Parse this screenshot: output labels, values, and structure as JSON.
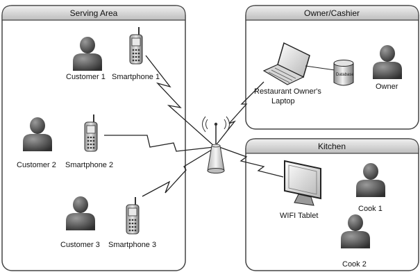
{
  "areas": {
    "serving": "Serving Area",
    "owner": "Owner/Cashier",
    "kitchen": "Kitchen"
  },
  "labels": {
    "customer1": "Customer 1",
    "smartphone1": "Smartphone 1",
    "customer2": "Customer 2",
    "smartphone2": "Smartphone 2",
    "customer3": "Customer 3",
    "smartphone3": "Smartphone 3",
    "laptop_line1": "Restaurant Owner's",
    "laptop_line2": "Laptop",
    "database": "Database",
    "owner": "Owner",
    "tablet": "WIFI Tablet",
    "cook1": "Cook 1",
    "cook2": "Cook 2"
  }
}
